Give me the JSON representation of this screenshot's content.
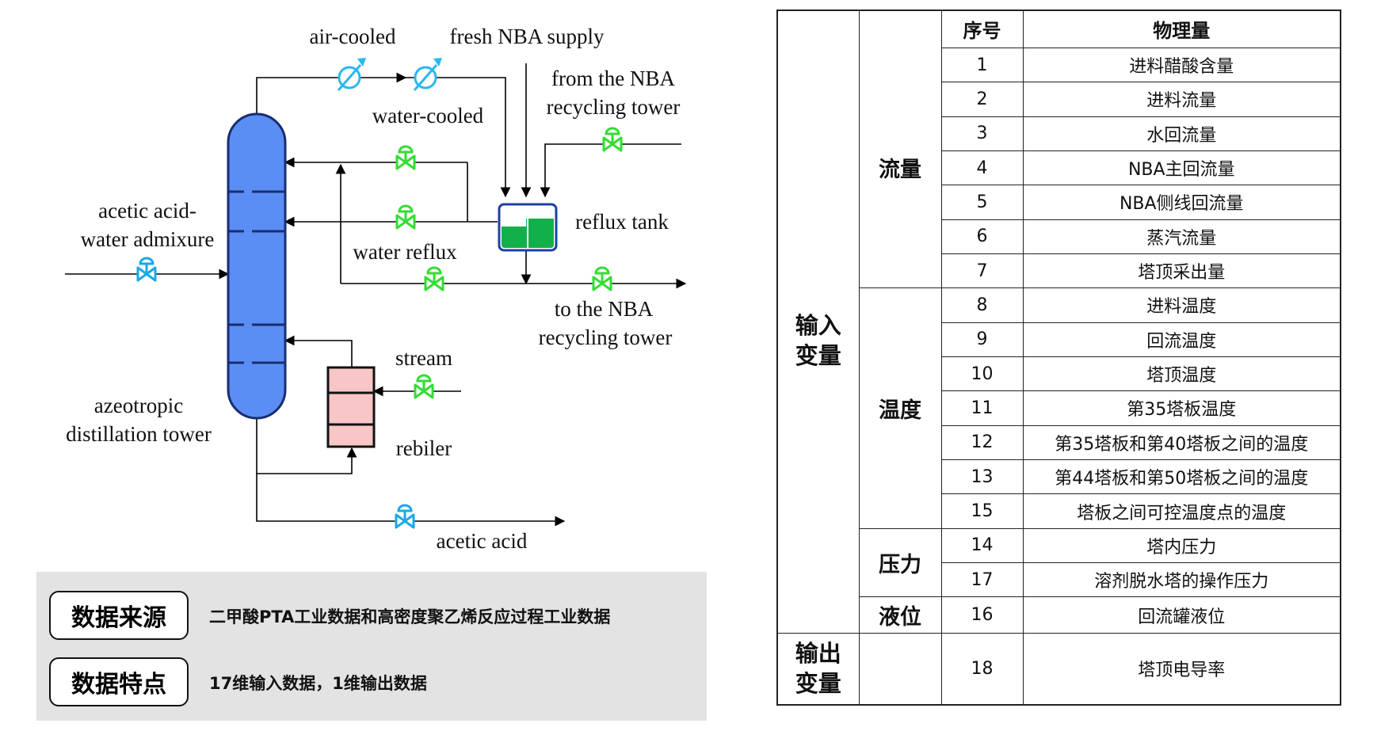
{
  "diagram": {
    "labels": {
      "air_cooled": "air-cooled",
      "fresh_nba_supply": "fresh NBA supply",
      "water_cooled": "water-cooled",
      "from_nba_line1": "from the NBA",
      "from_nba_line2": "recycling tower",
      "feed_line1": "acetic acid-",
      "feed_line2": "water admixure",
      "reflux_tank": "reflux tank",
      "water_reflux": "water reflux",
      "to_nba_line1": "to the NBA",
      "to_nba_line2": "recycling tower",
      "stream": "stream",
      "tower_line1": "azeotropic",
      "tower_line2": "distillation tower",
      "rebiler": "rebiler",
      "acetic_acid": "acetic acid"
    },
    "colors": {
      "tower_fill": "#5b8ef5",
      "tower_stroke": "#1a2d6e",
      "reboiler_fill": "#f8c6c6",
      "tank_liquid": "#12b04a",
      "tank_stroke": "#1f3fa0",
      "valve_green": "#33dd33",
      "valve_blue": "#18a8e8",
      "cooler": "#29b8f0"
    },
    "icons": [
      "valve-icon",
      "cooler-icon",
      "reflux-tank-icon",
      "reboiler-icon",
      "distillation-tower-icon"
    ]
  },
  "info": {
    "source_label": "数据来源",
    "source_text": "二甲酸PTA工业数据和高密度聚乙烯反应过程工业数据",
    "feature_label": "数据特点",
    "feature_text": "17维输入数据，1维输出数据"
  },
  "table": {
    "headers": {
      "index": "序号",
      "quantity": "物理量"
    },
    "input_label": "输入变量",
    "output_label": "输出变量",
    "groups": {
      "flow": "流量",
      "temperature": "温度",
      "pressure": "压力",
      "level": "液位"
    },
    "rows": [
      {
        "no": "1",
        "name": "进料醋酸含量"
      },
      {
        "no": "2",
        "name": "进料流量"
      },
      {
        "no": "3",
        "name": "水回流量"
      },
      {
        "no": "4",
        "name": "NBA主回流量"
      },
      {
        "no": "5",
        "name": "NBA侧线回流量"
      },
      {
        "no": "6",
        "name": "蒸汽流量"
      },
      {
        "no": "7",
        "name": "塔顶采出量"
      },
      {
        "no": "8",
        "name": "进料温度"
      },
      {
        "no": "9",
        "name": "回流温度"
      },
      {
        "no": "10",
        "name": "塔顶温度"
      },
      {
        "no": "11",
        "name": "第35塔板温度"
      },
      {
        "no": "12",
        "name": "第35塔板和第40塔板之间的温度"
      },
      {
        "no": "13",
        "name": "第44塔板和第50塔板之间的温度"
      },
      {
        "no": "15",
        "name": "塔板之间可控温度点的温度"
      },
      {
        "no": "14",
        "name": "塔内压力"
      },
      {
        "no": "17",
        "name": "溶剂脱水塔的操作压力"
      },
      {
        "no": "16",
        "name": "回流罐液位"
      },
      {
        "no": "18",
        "name": "塔顶电导率"
      }
    ]
  }
}
